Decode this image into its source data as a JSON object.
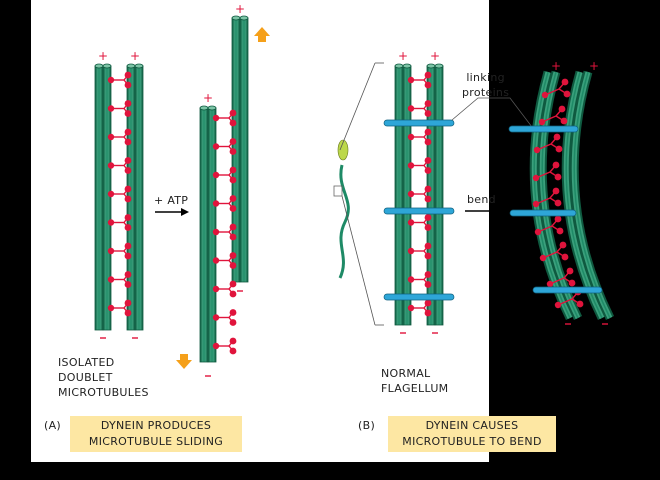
{
  "panel_a": {
    "id_label": "(A)",
    "pair_label": "ISOLATED\nDOUBLET\nMICROTUBULES",
    "arrow_label": "+ ATP",
    "caption_line1": "DYNEIN PRODUCES",
    "caption_line2": "MICROTUBULE SLIDING"
  },
  "panel_b": {
    "id_label": "(B)",
    "organism_label": "NORMAL\nFLAGELLUM",
    "linker_label": "linking\nproteins",
    "arrow_label": "bend",
    "caption_line1": "DYNEIN CAUSES",
    "caption_line2": "MICROTUBULE TO BEND"
  },
  "polarity": {
    "plus": "+",
    "minus": "–"
  },
  "colors": {
    "microtubule": "#1e8a66",
    "microtubule_dark": "#0f5a40",
    "dynein": "#e0143c",
    "linker": "#2ea6d8",
    "arrow_orange": "#f5a01a",
    "caption_bg": "#fde7a3",
    "head": "#bcd84a"
  }
}
